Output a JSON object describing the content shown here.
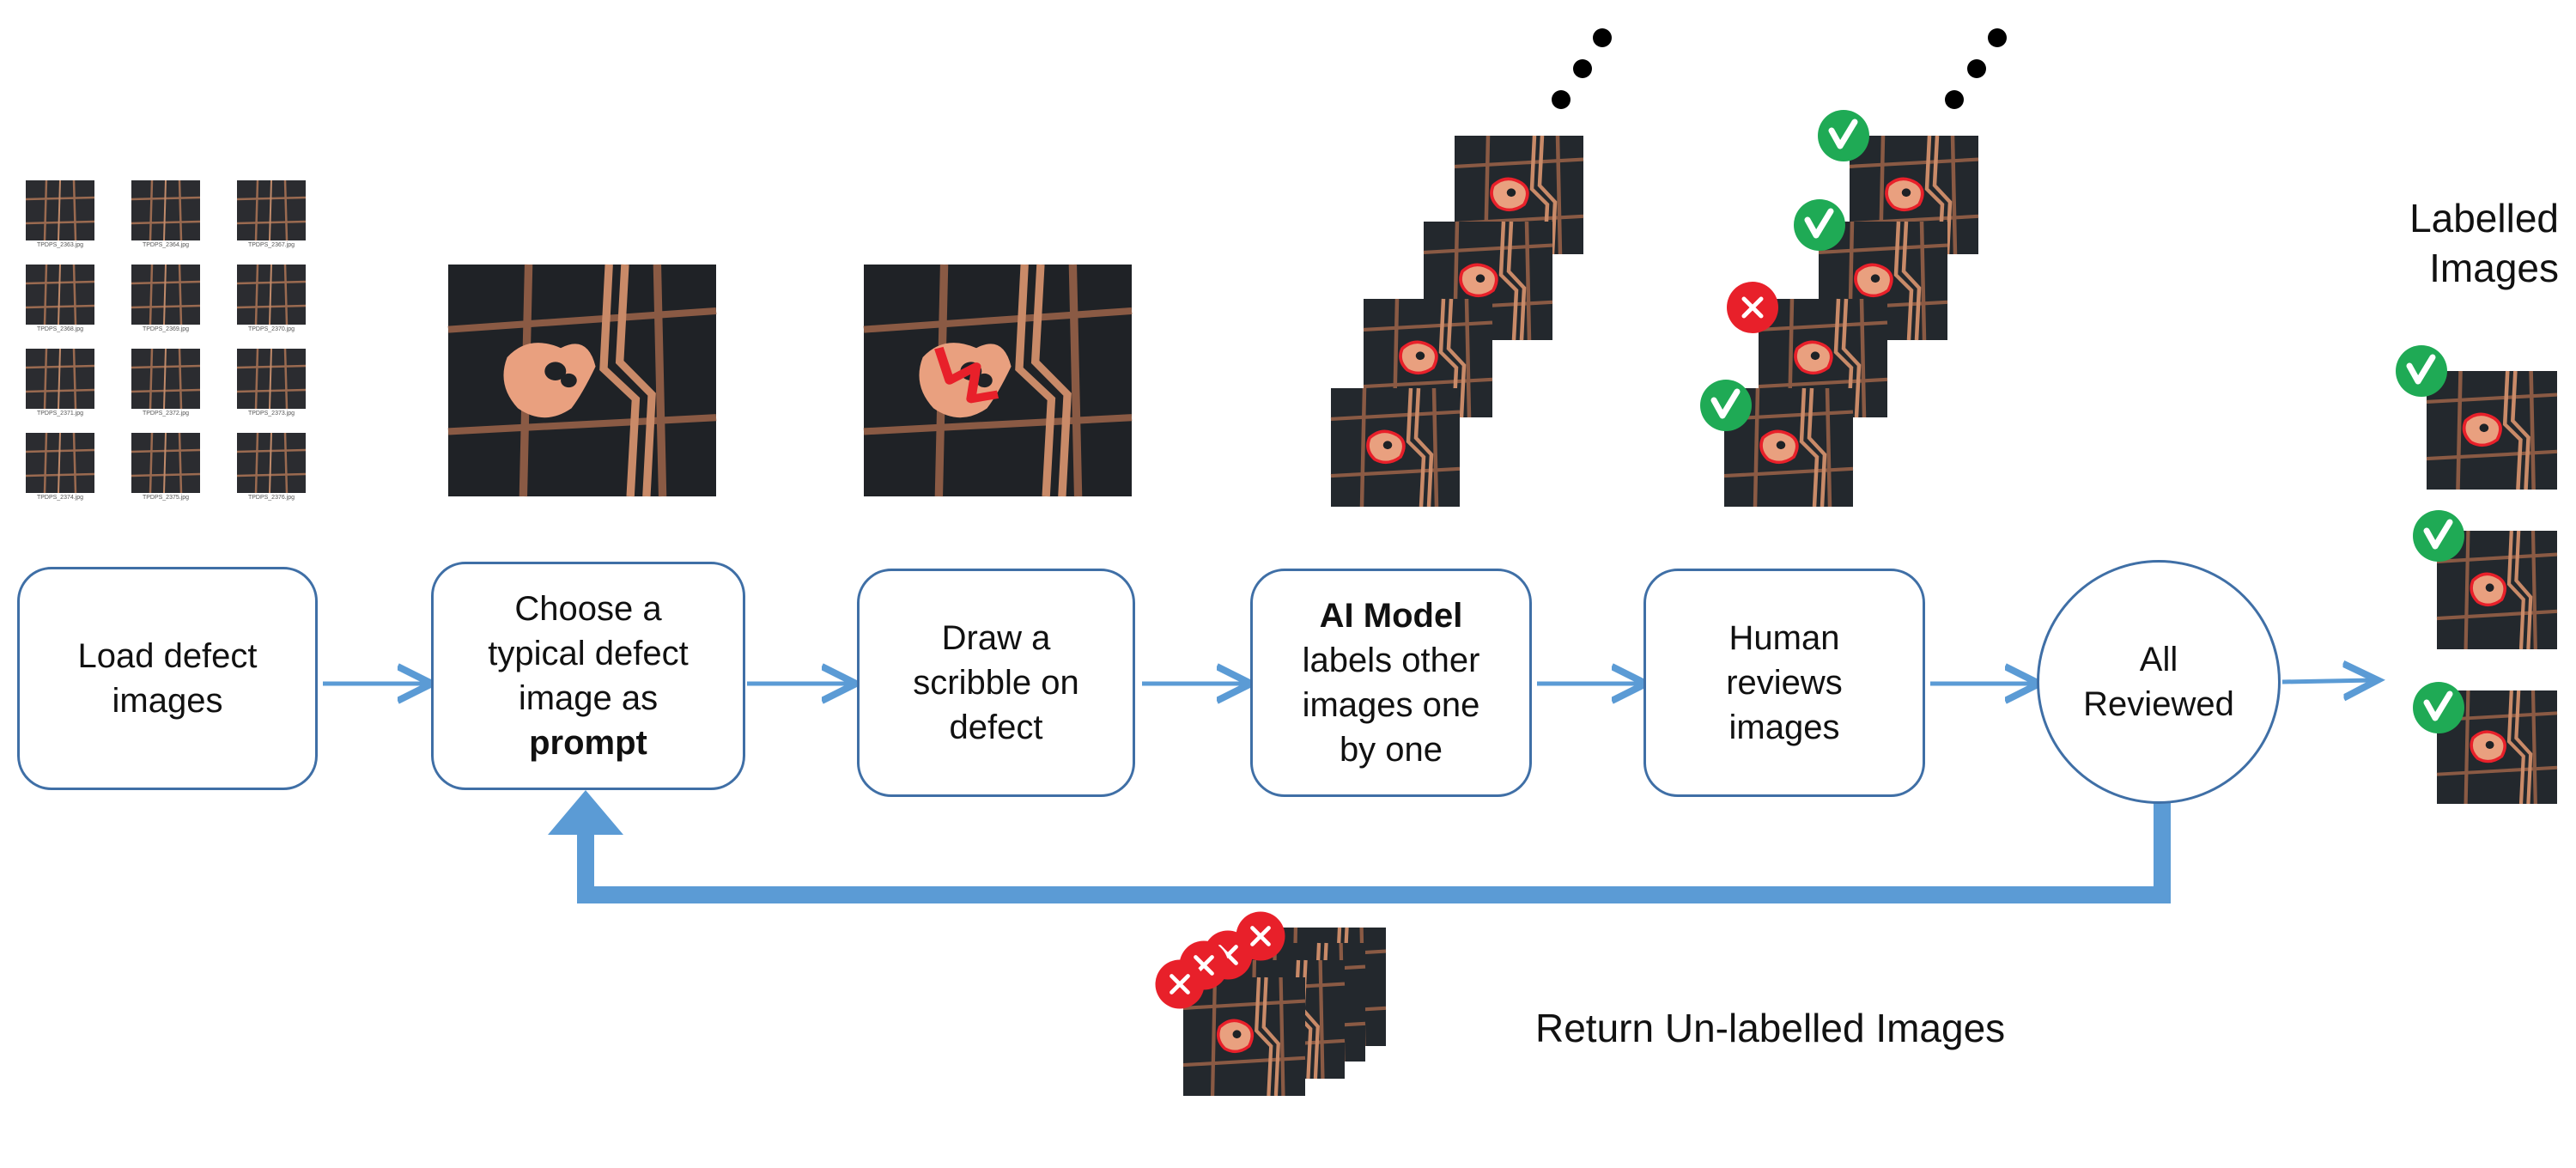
{
  "steps": [
    {
      "id": "load",
      "line1": "Load defect",
      "line2": "images"
    },
    {
      "id": "choose",
      "line1": "Choose a",
      "line2": "typical defect",
      "line3": "image as",
      "bold": "prompt"
    },
    {
      "id": "draw",
      "line1": "Draw a",
      "line2": "scribble on",
      "line3": "defect"
    },
    {
      "id": "ai",
      "bold": "AI Model",
      "line1": "labels other",
      "line2": "images one",
      "line3": "by one"
    },
    {
      "id": "review",
      "line1": "Human",
      "line2": "reviews",
      "line3": "images"
    },
    {
      "id": "all",
      "line1": "All",
      "line2": "Reviewed"
    }
  ],
  "labels": {
    "labelled_line1": "Labelled",
    "labelled_line2": "Images",
    "return": "Return Un-labelled Images"
  },
  "thumbnails": [
    "TPDPS_2363.jpg",
    "TPDPS_2364.jpg",
    "TPDPS_2367.jpg",
    "TPDPS_2368.jpg",
    "TPDPS_2369.jpg",
    "TPDPS_2370.jpg",
    "TPDPS_2371.jpg",
    "TPDPS_2372.jpg",
    "TPDPS_2373.jpg",
    "TPDPS_2374.jpg",
    "TPDPS_2375.jpg",
    "TPDPS_2376.jpg"
  ],
  "colors": {
    "arrow": "#5b9bd5",
    "box_border": "#3f6fa6",
    "accept": "#1faa55",
    "reject": "#e8202a",
    "board": "#1f2226",
    "copper": "#c98a68",
    "defect": "#e9a07f"
  },
  "icons": {
    "accept": "check-badge-icon",
    "reject": "cross-badge-icon",
    "more": "ellipsis-dots-icon"
  }
}
